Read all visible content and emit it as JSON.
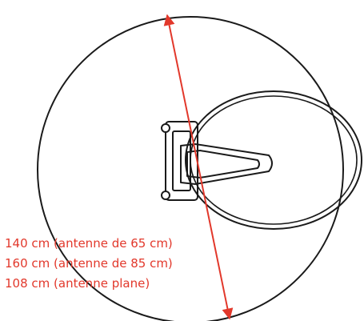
{
  "diagram": {
    "clearance_labels": [
      "140 cm (antenne de 65 cm)",
      "160 cm (antenne de 85 cm)",
      "108 cm (antenne plane)"
    ]
  },
  "colors": {
    "outline": "#1a1a1a",
    "dimension": "#e2382b",
    "background": "#ffffff"
  }
}
